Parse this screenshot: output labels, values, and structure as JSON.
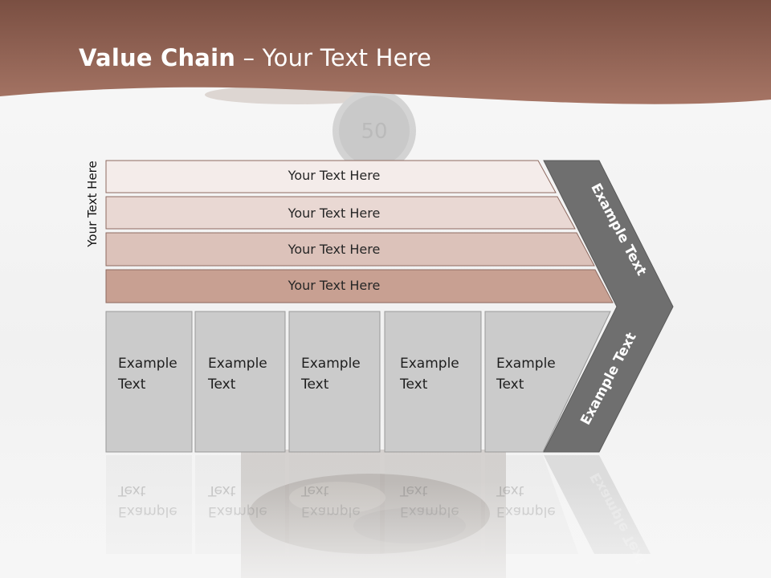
{
  "slide": {
    "title_bold": "Value Chain",
    "title_rest": " – Your Text Here",
    "side_label": "Your Text Here"
  },
  "bars": [
    {
      "label": "Your Text Here",
      "color": "#f4ecea"
    },
    {
      "label": "Your Text Here",
      "color": "#e9d8d3"
    },
    {
      "label": "Your Text Here",
      "color": "#dcc2ba"
    },
    {
      "label": "Your Text Here",
      "color": "#c8a092"
    }
  ],
  "columns": [
    {
      "label": "Example\nText"
    },
    {
      "label": "Example\nText"
    },
    {
      "label": "Example\nText"
    },
    {
      "label": "Example\nText"
    },
    {
      "label": "Example\nText"
    }
  ],
  "chevron": {
    "upper_label": "Example Text",
    "lower_label": "Example Text",
    "color": "#6f6f6f"
  },
  "colors": {
    "header": "#9e6a5a",
    "column_fill": "#cbcbcb",
    "column_border": "#9a9a9a"
  }
}
